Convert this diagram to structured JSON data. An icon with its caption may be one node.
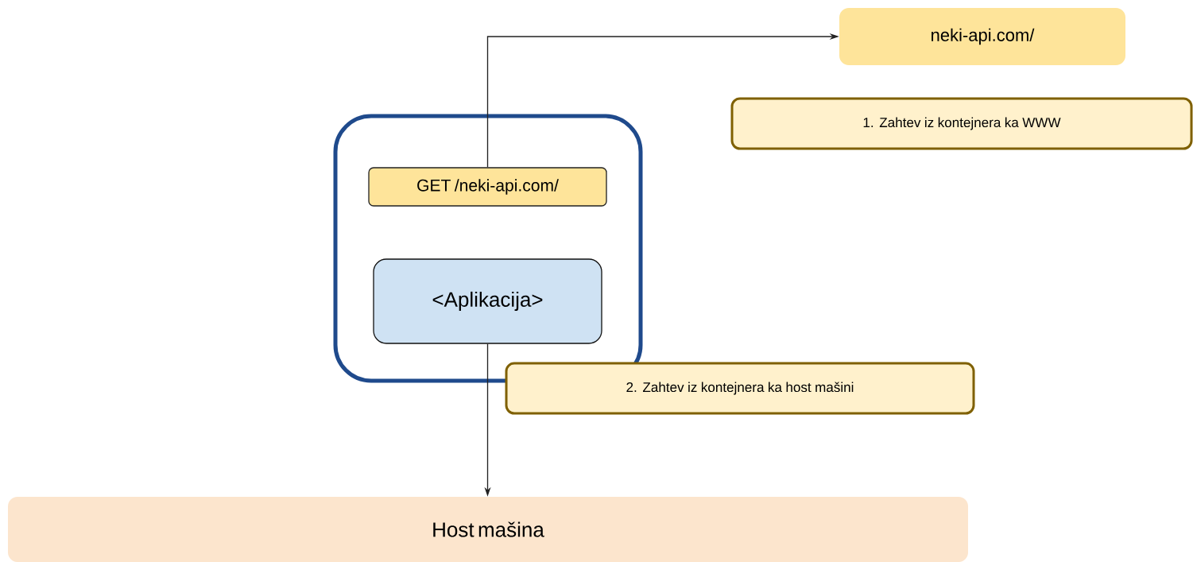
{
  "diagram": {
    "nodes": [
      {
        "text": [
          "neki-api.com/"
        ]
      },
      {
        "text": [
          "1. Zahtev iz kontejnera ka WWW"
        ]
      },
      {
        "text": [],
        "shape": "box"
      },
      {
        "text": [
          "GET /neki-api.com/"
        ],
        "in": 2
      },
      {
        "text": [
          "<Aplikacija>"
        ],
        "in": 2
      },
      {
        "text": [
          "2. Zahtev iz kontejnera ka host mašini"
        ]
      },
      {
        "text": [
          "Host mašina"
        ]
      }
    ],
    "edges": [
      {
        "from": 3,
        "to": 0,
        "arrow": "to"
      },
      {
        "from": 4,
        "to": 6,
        "arrow": "to"
      }
    ]
  }
}
